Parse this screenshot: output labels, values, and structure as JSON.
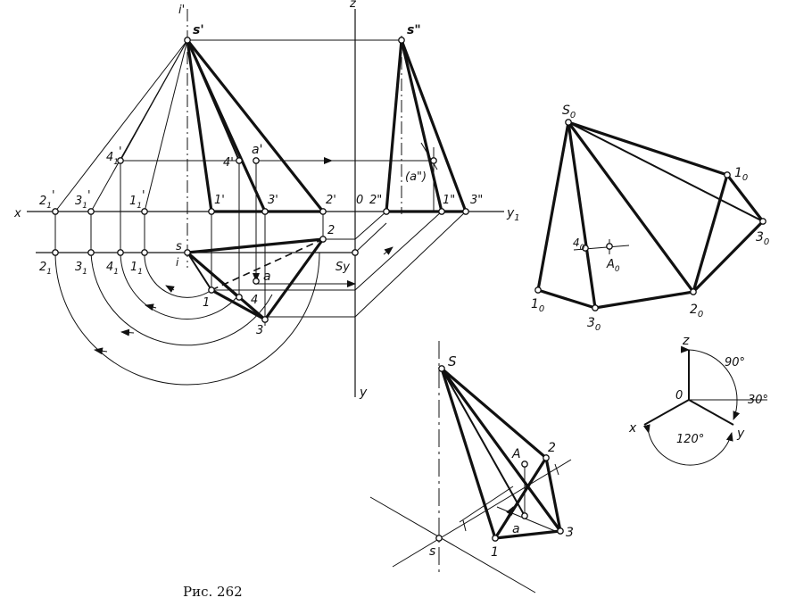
{
  "caption": "Рис. 262",
  "orthographic": {
    "axis_x": "x",
    "axis_y1": "y",
    "axis_y1_sub": "1",
    "axis_y": "y",
    "axis_z": "z",
    "origin": "0",
    "sy": "Sy",
    "s_front": "s'",
    "s_side": "s\"",
    "s_plan": "s",
    "a_front": "a'",
    "a_side": "(a\")",
    "a_plan": "a",
    "top_mark": "i'",
    "small_i": "i",
    "front_pts": [
      {
        "base": "1",
        "mark": "'"
      },
      {
        "base": "2",
        "mark": "'"
      },
      {
        "base": "3",
        "mark": "'"
      },
      {
        "base": "4",
        "mark": "'"
      }
    ],
    "side_pts": [
      {
        "base": "1",
        "mark": "\""
      },
      {
        "base": "2",
        "mark": "\""
      },
      {
        "base": "3",
        "mark": "\""
      }
    ],
    "plan_pts": [
      "1",
      "2",
      "3",
      "4"
    ],
    "rot_front": [
      {
        "base": "2",
        "sub": "1",
        "mark": "'"
      },
      {
        "base": "3",
        "sub": "1",
        "mark": "'"
      },
      {
        "base": "4",
        "sub": "1",
        "mark": "'"
      },
      {
        "base": "1",
        "sub": "1",
        "mark": "'"
      }
    ],
    "rot_plan": [
      {
        "base": "2",
        "sub": "1"
      },
      {
        "base": "3",
        "sub": "1"
      },
      {
        "base": "4",
        "sub": "1"
      },
      {
        "base": "1",
        "sub": "1"
      }
    ]
  },
  "development": {
    "apex": {
      "base": "S",
      "sub": "0"
    },
    "pts": [
      {
        "base": "1",
        "sub": "0"
      },
      {
        "base": "3",
        "sub": "0"
      },
      {
        "base": "2",
        "sub": "0"
      },
      {
        "base": "1",
        "sub": "0"
      },
      {
        "base": "3",
        "sub": "0"
      }
    ],
    "point4": {
      "base": "4",
      "sub": "0"
    },
    "pointA": {
      "base": "A",
      "sub": "0"
    }
  },
  "axon_axes": {
    "z": "z",
    "x": "x",
    "y": "y",
    "origin": "0",
    "angle_top": "90°",
    "angle_right": "30°",
    "angle_bottom": "120°"
  },
  "axonometric": {
    "S": "S",
    "s": "s",
    "A": "A",
    "a": "a",
    "p1": "1",
    "p2": "2",
    "p3": "3"
  }
}
